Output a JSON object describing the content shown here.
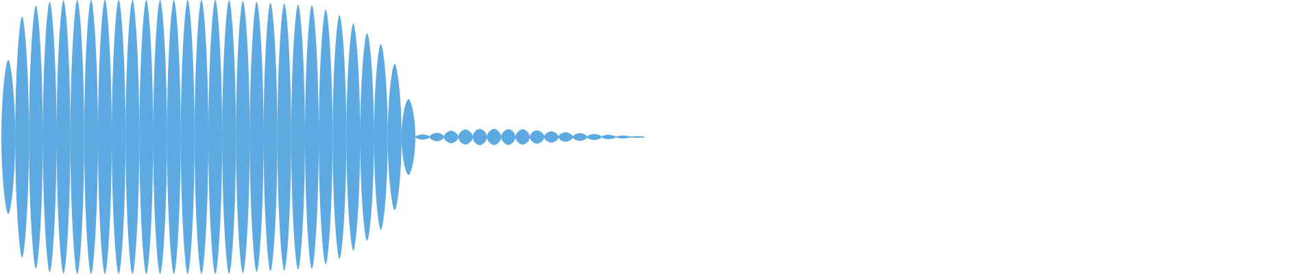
{
  "waveform": {
    "fill_color": "#5DA9E1",
    "background_color": "#FFFFFF",
    "loud_section": {
      "lobe_count": 30,
      "peak_amplitude_fraction": 1.0
    },
    "tail_section": {
      "lobe_count": 16,
      "peak_amplitude_fraction": 0.06
    }
  }
}
